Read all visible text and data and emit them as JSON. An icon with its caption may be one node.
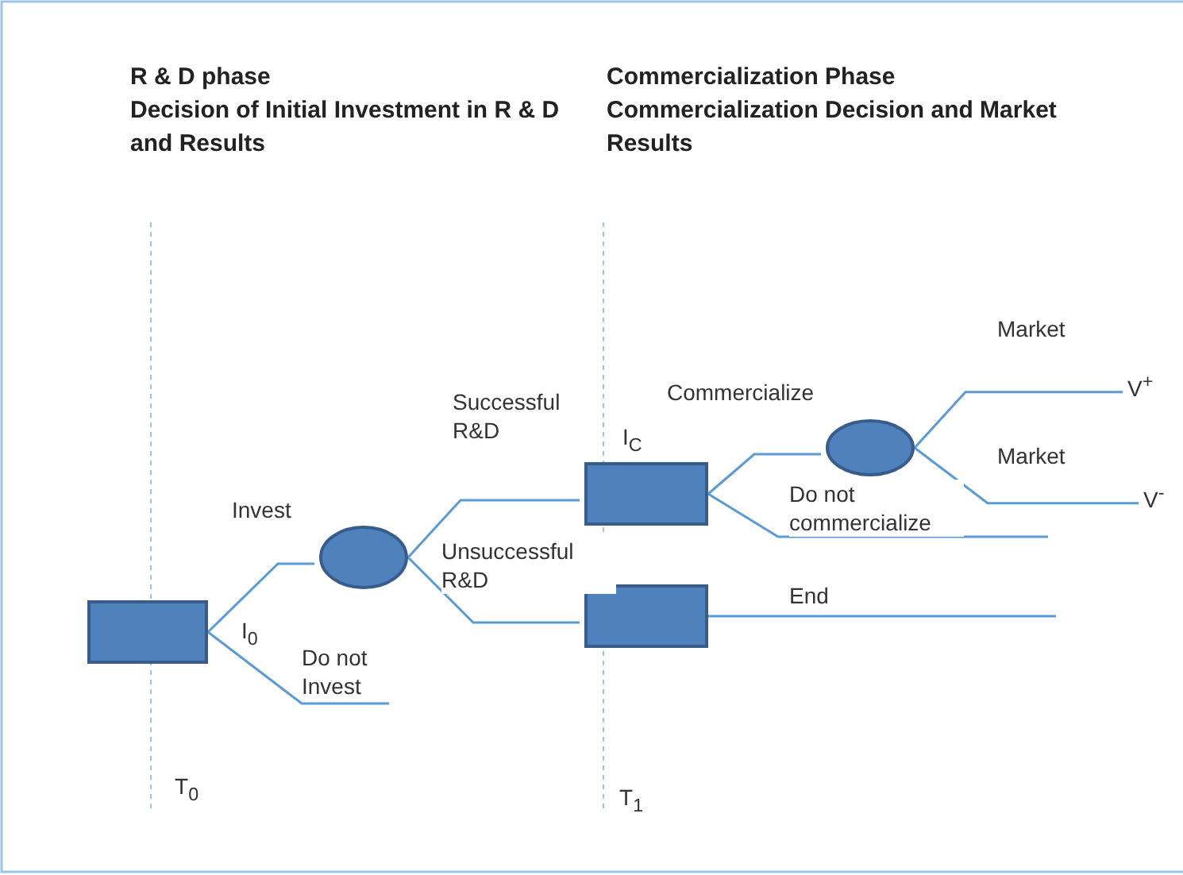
{
  "diagram": {
    "nodes": [
      {
        "text": [],
        "shape": "box",
        "beside": [
          "I$_{0}$"
        ]
      },
      {
        "text": [],
        "shape": "circle"
      },
      {
        "text": [],
        "shape": "box",
        "beside": [
          "I$_{C}$"
        ]
      },
      {
        "text": [],
        "shape": "box"
      },
      {
        "text": [],
        "shape": "circle"
      },
      {
        "text": [
          "V$^{+}$"
        ]
      },
      {
        "text": [
          "V$^{-}$"
        ]
      }
    ],
    "edges": [
      {
        "from": 0,
        "to": 1,
        "arrow": "none",
        "label": "Invest"
      },
      {
        "from": 0,
        "to": null,
        "arrow": "none",
        "label": "Do not Invest"
      },
      {
        "from": 1,
        "to": 2,
        "arrow": "none",
        "label": "Successful R&D"
      },
      {
        "from": 1,
        "to": 3,
        "arrow": "none",
        "label": "Unsuccessful R&D"
      },
      {
        "from": 2,
        "to": 4,
        "arrow": "none",
        "label": "Commercialize"
      },
      {
        "from": 2,
        "to": null,
        "arrow": "none",
        "label": "Do not commercialize"
      },
      {
        "from": 3,
        "to": null,
        "arrow": "none",
        "label": "End"
      },
      {
        "from": 4,
        "to": 5,
        "arrow": "none",
        "label": "Market"
      },
      {
        "from": 4,
        "to": 6,
        "arrow": "none",
        "label": "Market"
      }
    ],
    "labels": [
      "R & D phase",
      "Decision of Initial Investment in R & D and Results",
      "Commercialization Phase",
      "Commercialization Decision and Market Results",
      "T$_{0}$",
      "T$_{1}$"
    ]
  }
}
